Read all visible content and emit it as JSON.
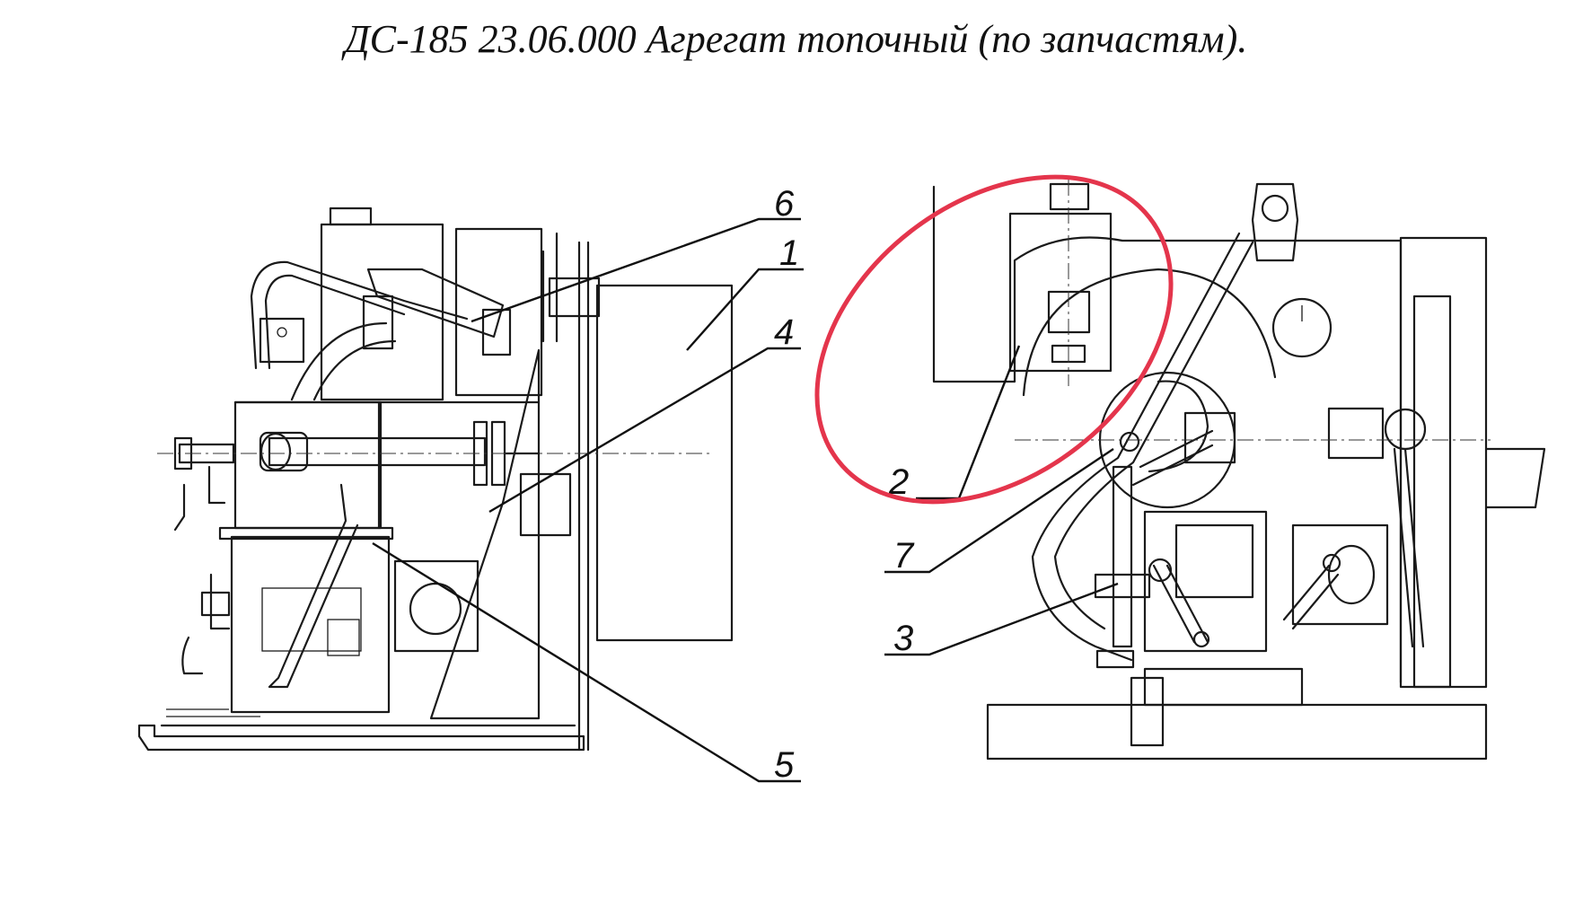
{
  "title": "ДС-185 23.06.000 Агрегат топочный (по запчастям).",
  "callouts": [
    {
      "id": "1",
      "text": "1"
    },
    {
      "id": "2",
      "text": "2"
    },
    {
      "id": "3",
      "text": "3"
    },
    {
      "id": "4",
      "text": "4"
    },
    {
      "id": "5",
      "text": "5"
    },
    {
      "id": "6",
      "text": "6"
    },
    {
      "id": "7",
      "text": "7"
    }
  ],
  "highlight": {
    "color": "#e4354c",
    "encircles_callout": "2"
  },
  "colors": {
    "ink": "#1a1a1a",
    "background": "#ffffff",
    "highlight": "#e4354c"
  }
}
